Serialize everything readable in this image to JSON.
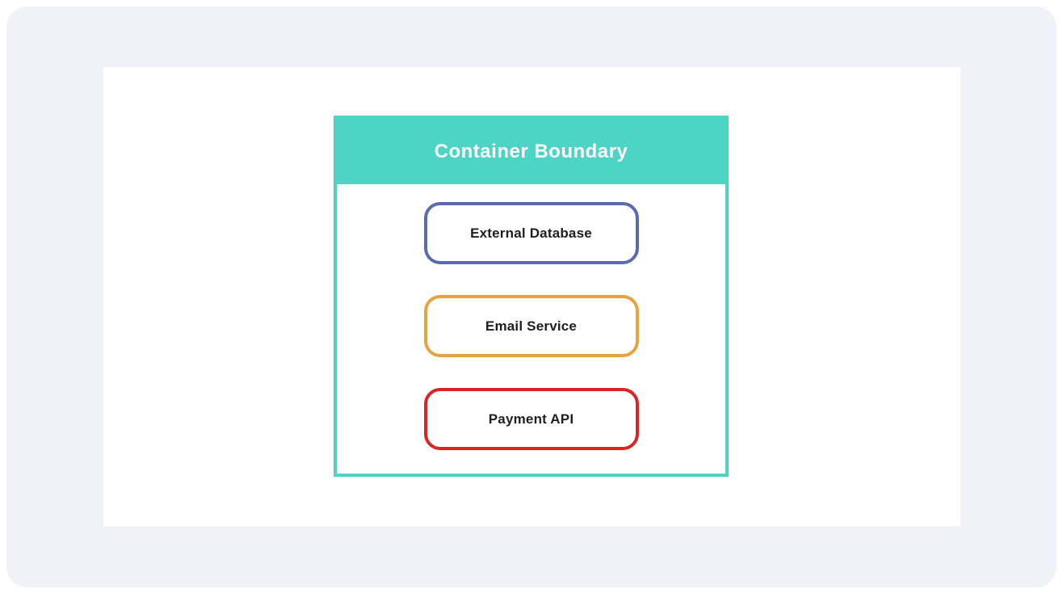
{
  "canvas": {
    "stage_background": "#F0F2F7",
    "panel_background": "#FFFFFF"
  },
  "diagram": {
    "boundary": {
      "title": "Container Boundary",
      "header_color": "#4DD4C4",
      "border_color": "#4DD4C4",
      "title_color": "#FFFFFF"
    },
    "nodes": [
      {
        "label": "External Database",
        "border_color": "#5B6BAC"
      },
      {
        "label": "Email Service",
        "border_color": "#EAA23C"
      },
      {
        "label": "Payment API",
        "border_color": "#D92525"
      }
    ],
    "node_text_color": "#1F1F1F"
  }
}
